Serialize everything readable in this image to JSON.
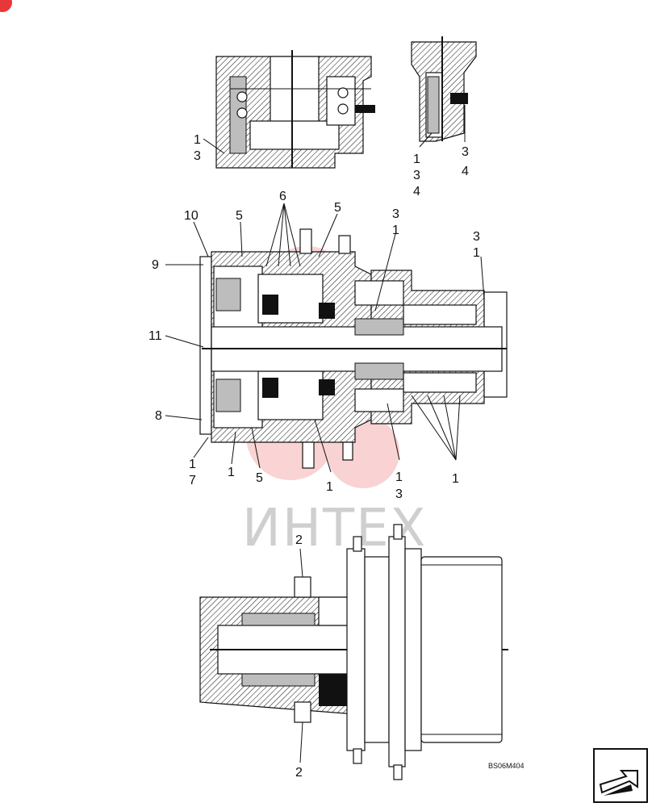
{
  "drawing_code": "BS06M404",
  "watermark_text": "ИНТЕХ",
  "colors": {
    "line": "#111111",
    "watermark_red": "#e8373a",
    "watermark_gray": "#cfcfcf"
  },
  "nav_icon": "arrow-return-icon",
  "callouts": {
    "top_left_1": "1",
    "top_left_3": "3",
    "top_right_1": "1",
    "top_right_3a": "3",
    "top_right_3b": "3",
    "top_right_4a": "4",
    "top_right_4b": "4",
    "mid_6": "6",
    "mid_10": "10",
    "mid_5a": "5",
    "mid_5b": "5",
    "mid_3a": "3",
    "mid_1a": "1",
    "mid_3b": "3",
    "mid_1b": "1",
    "mid_9": "9",
    "mid_11": "11",
    "mid_8": "8",
    "mid_1c": "1",
    "mid_7": "7",
    "mid_1d": "1",
    "mid_5c": "5",
    "mid_1e": "1",
    "mid_1f": "1",
    "mid_3c": "3",
    "mid_1g": "1",
    "bot_2a": "2",
    "bot_2b": "2"
  }
}
